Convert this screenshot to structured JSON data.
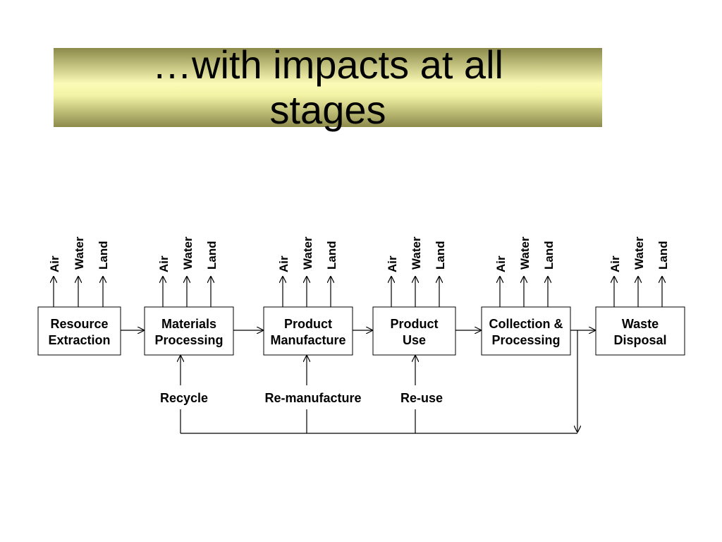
{
  "title": "…with impacts at all\nstages",
  "impact_labels": [
    "Air",
    "Water",
    "Land"
  ],
  "stages": [
    {
      "line1": "Resource",
      "line2": "Extraction"
    },
    {
      "line1": "Materials",
      "line2": "Processing"
    },
    {
      "line1": "Product",
      "line2": "Manufacture"
    },
    {
      "line1": "Product",
      "line2": "Use"
    },
    {
      "line1": "Collection &",
      "line2": "Processing"
    },
    {
      "line1": "Waste",
      "line2": "Disposal"
    }
  ],
  "loops": [
    "Recycle",
    "Re-manufacture",
    "Re-use"
  ],
  "colors": {
    "band_edge": "#8c8a4a",
    "band_center": "#fbfbb6",
    "ink": "#000000"
  }
}
